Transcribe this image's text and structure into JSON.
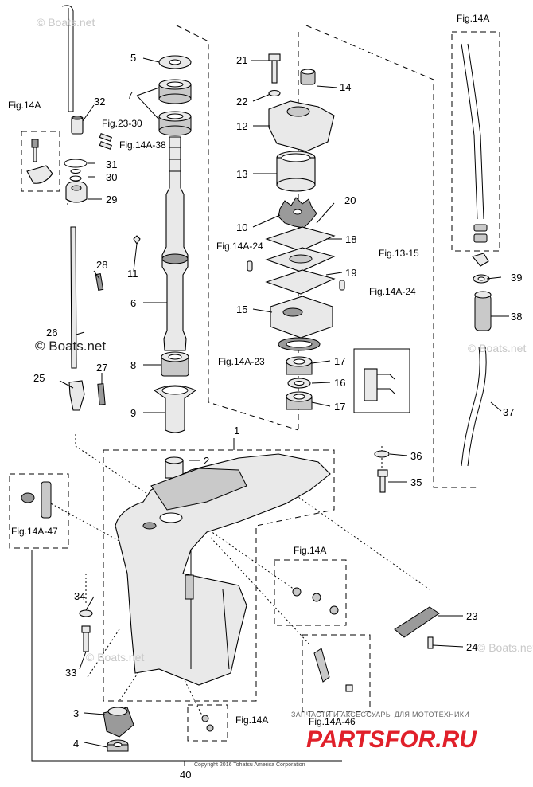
{
  "watermarks": {
    "top": "© Boats.net",
    "middle": "© Boats.net",
    "right_mid": "© Boats.net",
    "right_low": "© Boats.net",
    "lower": "© Boats.net"
  },
  "copyright": "Copyright 2016 Tohatsu America Corporation",
  "shop_banner": "ЗАПЧАСТИ И АКСЕССУАРЫ ДЛЯ МОТОТЕХНИКИ",
  "shop_brand": "PARTSFOR.RU",
  "part_numbers": {
    "p1": "1",
    "p2": "2",
    "p3": "3",
    "p4": "4",
    "p5": "5",
    "p6": "6",
    "p7": "7",
    "p8": "8",
    "p9": "9",
    "p10": "10",
    "p11": "11",
    "p12": "12",
    "p13": "13",
    "p14": "14",
    "p15": "15",
    "p16": "16",
    "p17a": "17",
    "p17b": "17",
    "p18": "18",
    "p19": "19",
    "p20": "20",
    "p21": "21",
    "p22": "22",
    "p23": "23",
    "p24": "24",
    "p25": "25",
    "p26": "26",
    "p27": "27",
    "p28": "28",
    "p29": "29",
    "p30": "30",
    "p31": "31",
    "p32": "32",
    "p33": "33",
    "p34": "34",
    "p35": "35",
    "p36": "36",
    "p37": "37",
    "p38": "38",
    "p39": "39",
    "p40": "40"
  },
  "figure_refs": {
    "fig14a_topleft": "Fig.14A",
    "fig14a_topright": "Fig.14A",
    "fig23_30": "Fig.23-30",
    "fig14a_38": "Fig.14A-38",
    "fig14a_24_left": "Fig.14A-24",
    "fig14a_24_right": "Fig.14A-24",
    "fig14a_23": "Fig.14A-23",
    "fig13_15": "Fig.13-15",
    "fig14a_47": "Fig.14A-47",
    "fig14a_mid": "Fig.14A",
    "fig14a_bottom": "Fig.14A",
    "fig14a_46": "Fig.14A-46"
  }
}
